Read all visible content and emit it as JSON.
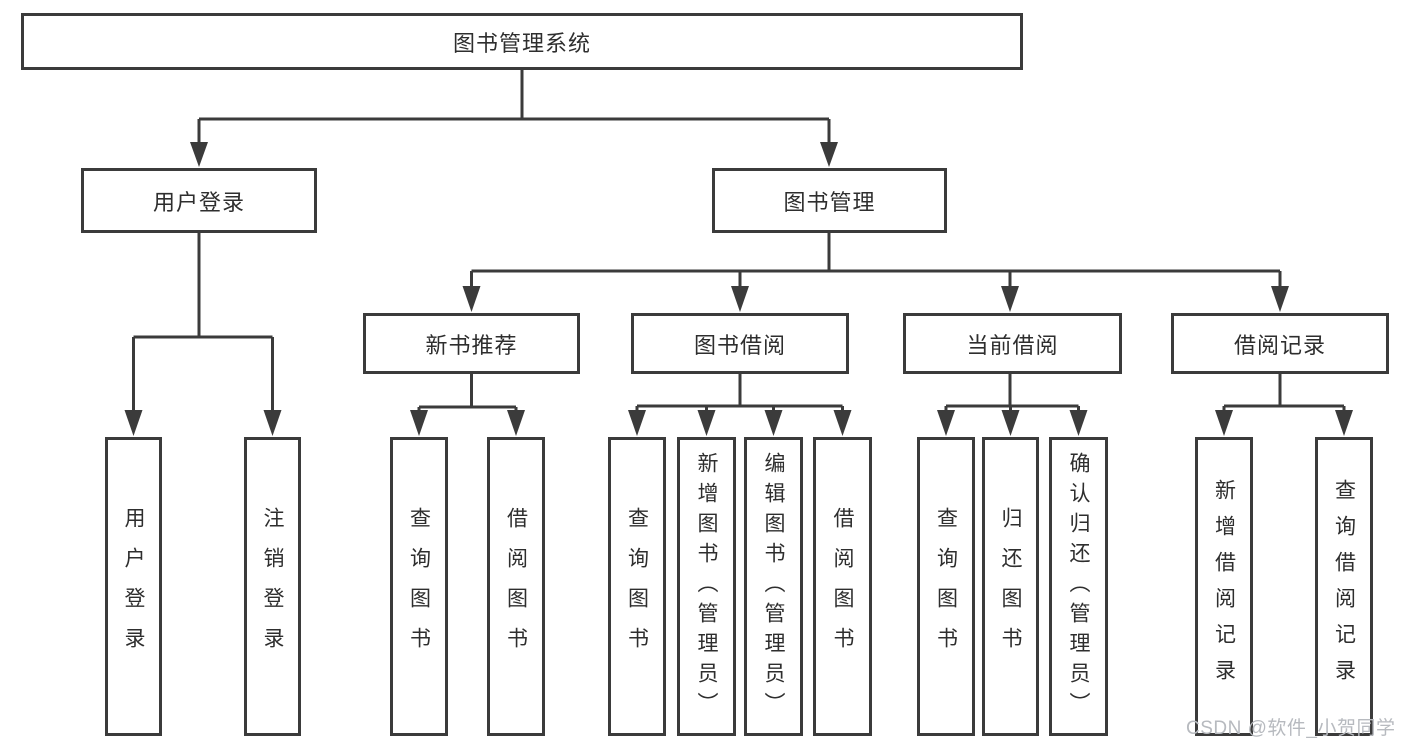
{
  "tree": {
    "root": {
      "label": "图书管理系统"
    },
    "user_login": {
      "label": "用户登录",
      "children": [
        {
          "label": "用户登录"
        },
        {
          "label": "注销登录"
        }
      ]
    },
    "book_management": {
      "label": "图书管理",
      "sections": [
        {
          "label": "新书推荐",
          "children": [
            {
              "label": "查询图书"
            },
            {
              "label": "借阅图书"
            }
          ]
        },
        {
          "label": "图书借阅",
          "children": [
            {
              "label": "查询图书"
            },
            {
              "label": "新增图书（管理员）"
            },
            {
              "label": "编辑图书（管理员）"
            },
            {
              "label": "借阅图书"
            }
          ]
        },
        {
          "label": "当前借阅",
          "children": [
            {
              "label": "查询图书"
            },
            {
              "label": "归还图书"
            },
            {
              "label": "确认归还（管理员）"
            }
          ]
        },
        {
          "label": "借阅记录",
          "children": [
            {
              "label": "新增借阅记录"
            },
            {
              "label": "查询借阅记录"
            }
          ]
        }
      ]
    }
  },
  "watermark": {
    "text": "CSDN @软件_小贺同学"
  },
  "colors": {
    "line": "#3b3b3b",
    "text": "#2e2e2e",
    "watermark": "#b7babf",
    "background": "#ffffff"
  }
}
